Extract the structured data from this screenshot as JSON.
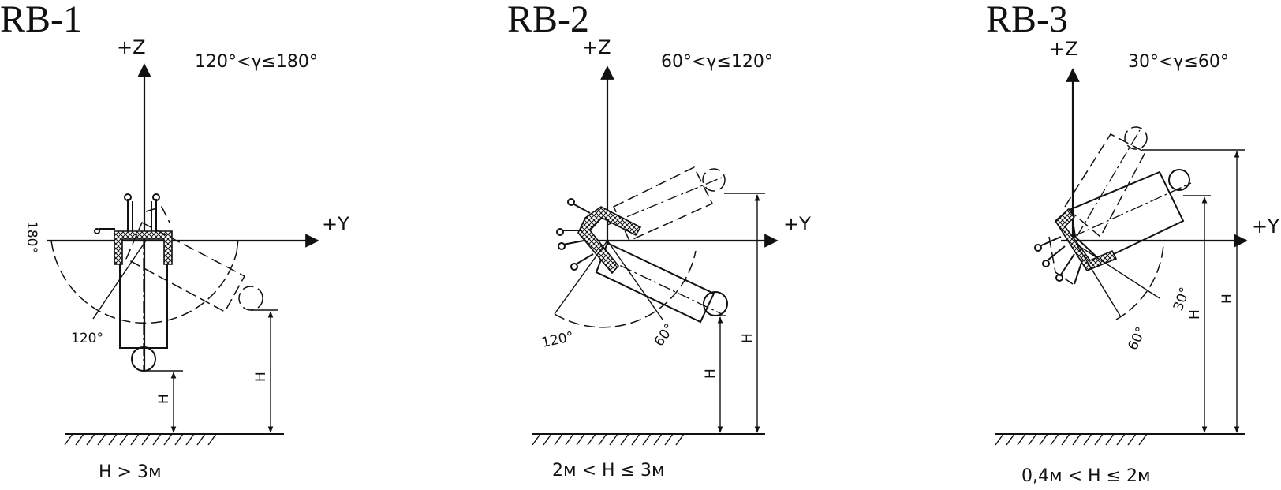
{
  "diagrams": [
    {
      "title": "RB-1",
      "z_label": "+Z",
      "y_label": "+Y",
      "condition": "120°<γ≤180°",
      "footer": "H > 3м",
      "angle_labels": [
        "180°",
        "120°"
      ],
      "dimension_labels": [
        "H",
        "H"
      ]
    },
    {
      "title": "RB-2",
      "z_label": "+Z",
      "y_label": "+Y",
      "condition": "60°<γ≤120°",
      "footer": "2м < H ≤ 3м",
      "angle_labels": [
        "120°",
        "60°"
      ],
      "dimension_labels": [
        "H",
        "H"
      ]
    },
    {
      "title": "RB-3",
      "z_label": "+Z",
      "y_label": "+Y",
      "condition": "30°<γ≤60°",
      "footer": "0,4м < H ≤ 2м",
      "angle_labels": [
        "30°",
        "60°"
      ],
      "dimension_labels": [
        "H",
        "H"
      ]
    }
  ]
}
